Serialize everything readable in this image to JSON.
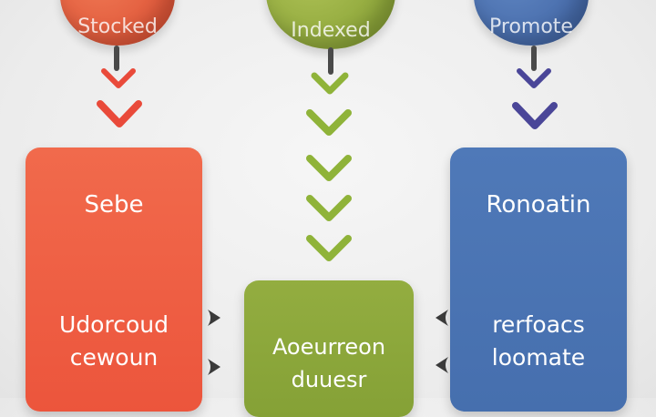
{
  "colors": {
    "red": "#ef5b43",
    "green": "#8ea83c",
    "blue": "#4a73b3",
    "red_arrow": "#e94a3a",
    "green_arrow": "#8fb339",
    "blue_arrow": "#4a4698",
    "connector": "#3a3a3a"
  },
  "nodes": {
    "left": {
      "bubble_label": "Stocked",
      "title": "Sebe",
      "lines": [
        "Udorcoud",
        "cewoun"
      ]
    },
    "center": {
      "bubble_label": "Indexed",
      "lines": [
        "Aoeurreon",
        "duuesr"
      ]
    },
    "right": {
      "bubble_label": "Promote",
      "title": "Ronoatin",
      "lines": [
        "rerfoacs",
        "loomate"
      ]
    }
  }
}
